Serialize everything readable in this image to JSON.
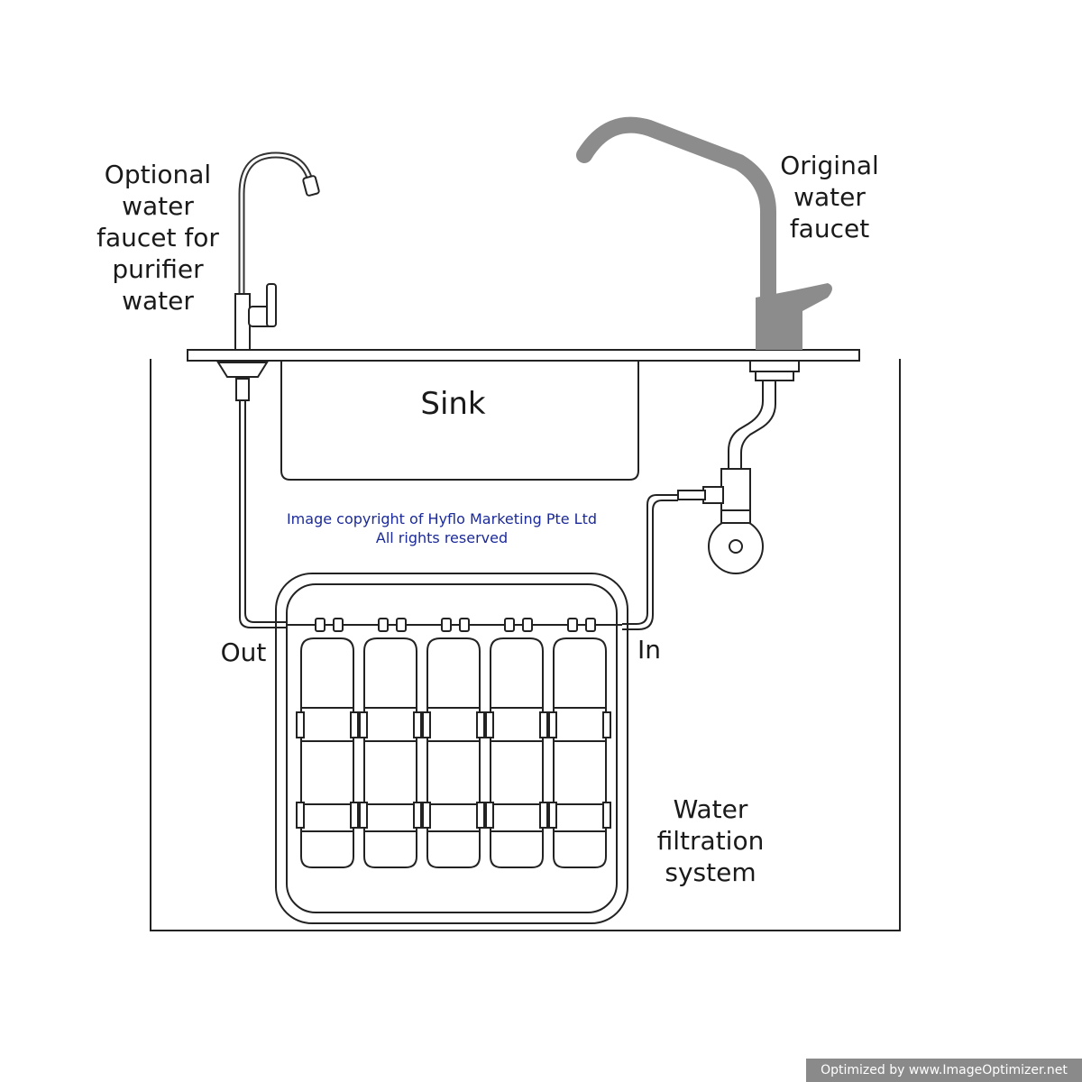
{
  "labels": {
    "optional_faucet": [
      "Optional",
      "water",
      "faucet for",
      "purifier",
      "water"
    ],
    "original_faucet": [
      "Original",
      "water",
      "faucet"
    ],
    "sink": "Sink",
    "out": "Out",
    "in": "In",
    "filtration": [
      "Water",
      "filtration",
      "system"
    ]
  },
  "copyright": [
    "Image copyright of Hyflo Marketing Pte Ltd",
    "All rights reserved"
  ],
  "credit": "Optimized by www.ImageOptimizer.net",
  "colors": {
    "line": "#222222",
    "faucet_gray": "#8c8c8c",
    "copyright_text": "#1b2a9a",
    "credit_bg": "#8a8a8a"
  }
}
